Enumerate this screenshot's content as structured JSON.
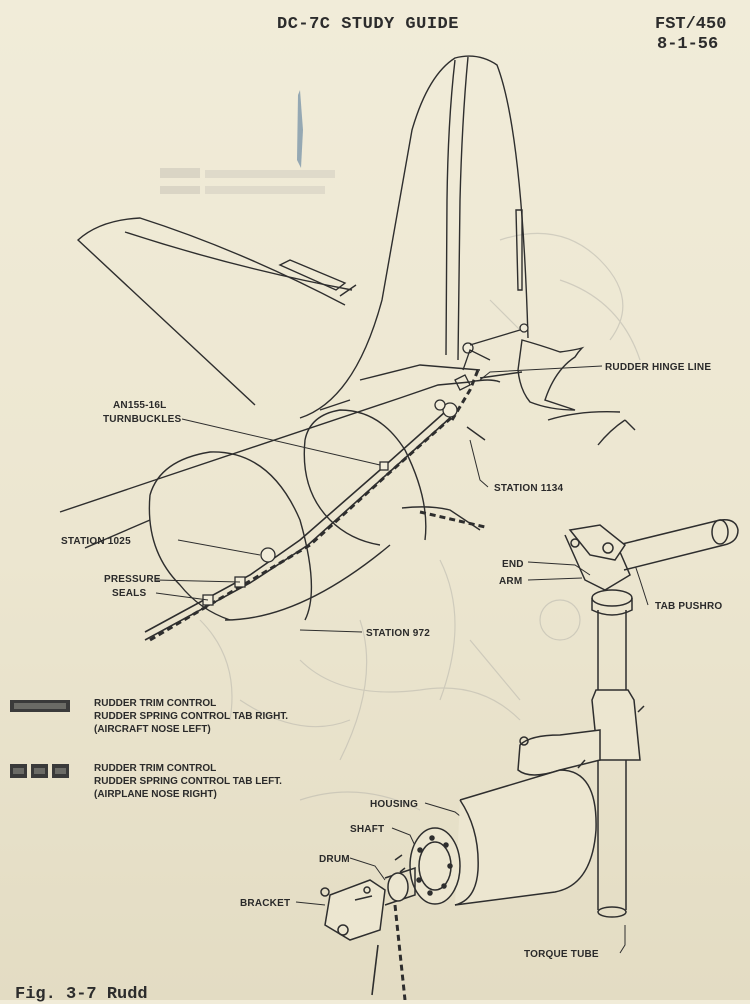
{
  "header": {
    "title": "DC-7C STUDY GUIDE",
    "doc_number": "FST/450",
    "date": "8-1-56"
  },
  "labels": {
    "rudder_hinge_line": "RUDDER HINGE LINE",
    "turnbuckles_part": "AN155-16L",
    "turnbuckles": "TURNBUCKLES",
    "station_1134": "STATION 1134",
    "station_1025": "STATION 1025",
    "pressure_seals_1": "PRESSURE",
    "pressure_seals_2": "SEALS",
    "station_972": "STATION 972",
    "end": "END",
    "arm": "ARM",
    "tab_pushrod": "TAB PUSHRO",
    "housing": "HOUSING",
    "shaft": "SHAFT",
    "drum": "DRUM",
    "bracket": "BRACKET",
    "torque_tube": "TORQUE TUBE"
  },
  "legend": [
    {
      "style": "solid",
      "line1": "RUDDER TRIM CONTROL",
      "line2": "RUDDER SPRING CONTROL TAB RIGHT.",
      "line3": "(AIRCRAFT NOSE LEFT)"
    },
    {
      "style": "dashed",
      "line1": "RUDDER TRIM CONTROL",
      "line2": "RUDDER SPRING CONTROL TAB LEFT.",
      "line3": "(AIRPLANE NOSE RIGHT)"
    }
  ],
  "caption": "Fig. 3-7  Rudd"
}
